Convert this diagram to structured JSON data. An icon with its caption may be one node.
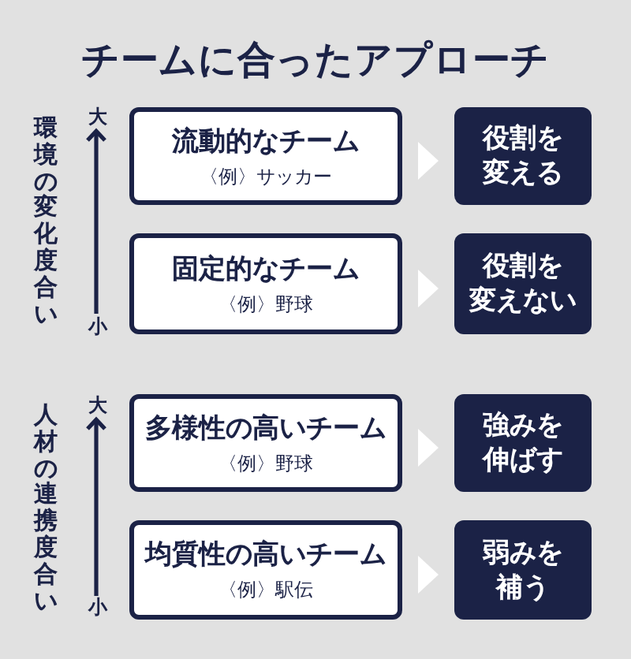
{
  "diagram": {
    "title": "チームに合ったアプローチ",
    "nodes": [
      {
        "text": [
          "流動的なチーム",
          "〈例〉サッカー"
        ]
      },
      {
        "text": [
          "役割を変える"
        ]
      },
      {
        "text": [
          "固定的なチーム",
          "〈例〉野球"
        ]
      },
      {
        "text": [
          "役割を変えない"
        ]
      },
      {
        "text": [
          "多様性の高いチーム",
          "〈例〉野球"
        ]
      },
      {
        "text": [
          "強みを伸ばす"
        ]
      },
      {
        "text": [
          "均質性の高いチーム",
          "〈例〉駅伝"
        ]
      },
      {
        "text": [
          "弱みを補う"
        ]
      }
    ],
    "edges": [
      {
        "from": 0,
        "to": 1,
        "arrow": "to"
      },
      {
        "from": 2,
        "to": 3,
        "arrow": "to"
      },
      {
        "from": 4,
        "to": 5,
        "arrow": "to"
      },
      {
        "from": 6,
        "to": 7,
        "arrow": "to"
      }
    ],
    "labels": [
      "環境の変化度合い",
      "大",
      "小",
      "人材の連携度合い",
      "大",
      "小"
    ]
  }
}
